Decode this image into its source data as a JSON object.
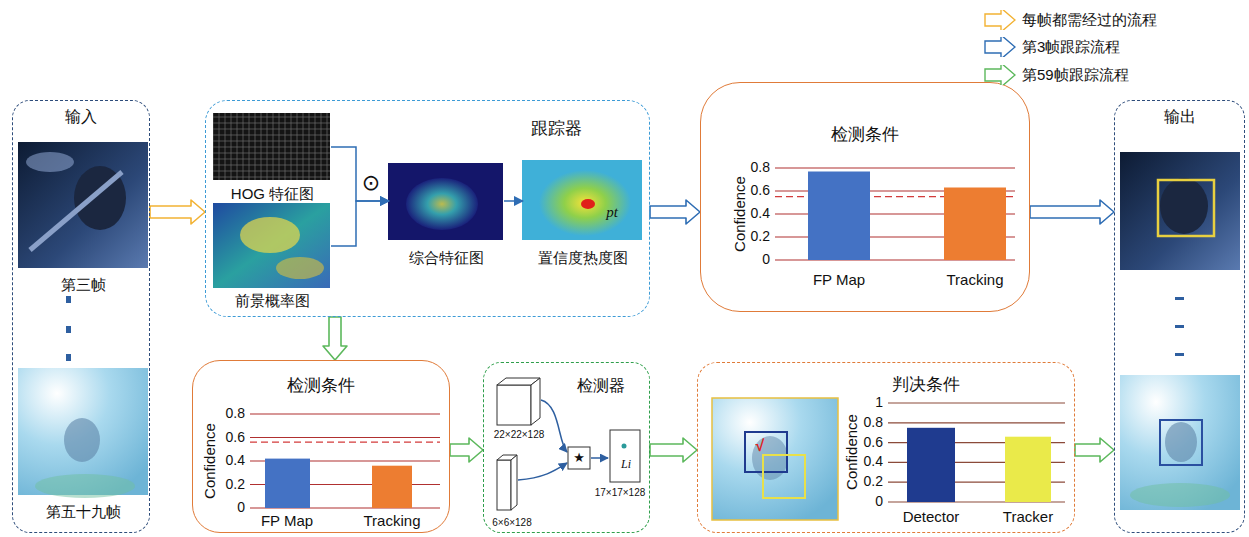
{
  "diagram": {
    "nodes": [
      {
        "text": [
          "输入"
        ]
      },
      {
        "text": [
          "跟踪器"
        ]
      },
      {
        "text": [
          "HOG 特征图"
        ],
        "in": 1
      },
      {
        "text": [
          "前景概率图"
        ],
        "in": 1
      },
      {
        "text": [
          "综合特征图"
        ],
        "in": 1
      },
      {
        "text": [
          "置信度热度图"
        ],
        "in": 1
      },
      {
        "text": [
          "检测条件"
        ]
      },
      {
        "text": [
          "输出"
        ]
      },
      {
        "text": [
          "检测条件"
        ]
      },
      {
        "text": [
          "检测器"
        ]
      },
      {
        "text": [
          "判决条件"
        ]
      }
    ],
    "edges": [
      {
        "from": 0,
        "to": 1,
        "arrow": "to"
      },
      {
        "from": 2,
        "to": 4,
        "arrow": "to"
      },
      {
        "from": 3,
        "to": 4,
        "arrow": "to"
      },
      {
        "from": 4,
        "to": 5,
        "arrow": "to"
      },
      {
        "from": 1,
        "to": 6,
        "arrow": "to"
      },
      {
        "from": 6,
        "to": 7,
        "arrow": "to"
      },
      {
        "from": 1,
        "to": 8,
        "arrow": "to"
      },
      {
        "from": 8,
        "to": 9,
        "arrow": "to"
      },
      {
        "from": 9,
        "to": 10,
        "arrow": "to"
      },
      {
        "from": 10,
        "to": 7,
        "arrow": "to"
      }
    ],
    "labels": [
      "第三帧",
      "第五十九帧",
      "⊙",
      "pt",
      "0.8",
      "0.6",
      "0.4",
      "0.2",
      "0",
      "Confidence",
      "FP Map",
      "Tracking",
      "0.8",
      "0.6",
      "0.4",
      "0.2",
      "0",
      "Confidence",
      "FP Map",
      "Tracking",
      "22×22×128",
      "6×6×128",
      "★",
      "Li",
      "17×17×128",
      "√",
      "1",
      "0.8",
      "0.6",
      "0.4",
      "0.2",
      "0",
      "Confidence",
      "Detector",
      "Tracker"
    ],
    "legend": [
      {
        "text": "每帧都需经过的流程"
      },
      {
        "text": "第3帧跟踪流程"
      },
      {
        "text": "第59帧跟踪流程"
      }
    ]
  }
}
